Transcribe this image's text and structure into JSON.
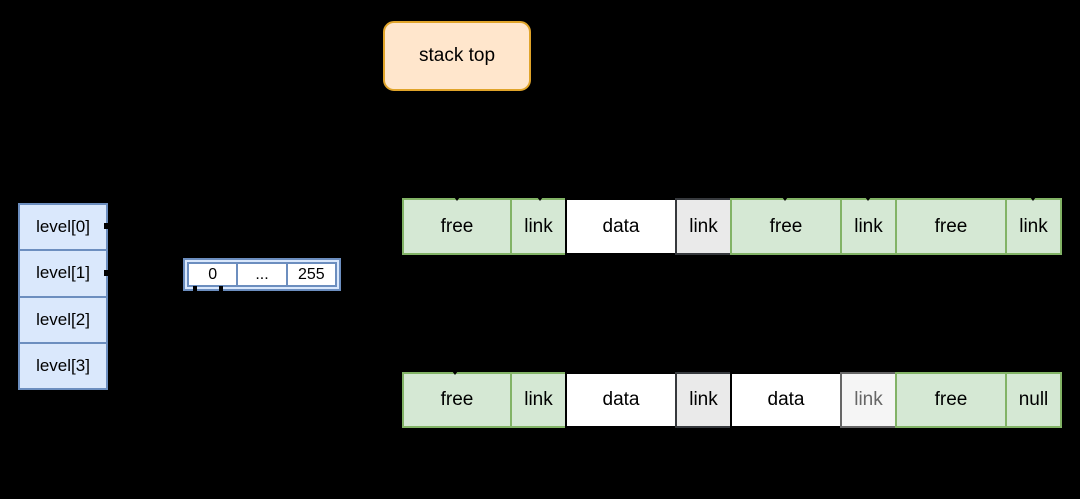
{
  "diagram": {
    "stack_top": {
      "label": "stack top"
    },
    "level_table": {
      "items": [
        {
          "label": "level[0]"
        },
        {
          "label": "level[1]"
        },
        {
          "label": "level[2]"
        },
        {
          "label": "level[3]"
        }
      ]
    },
    "range_table": {
      "cells": [
        {
          "label": "0"
        },
        {
          "label": "..."
        },
        {
          "label": "255"
        }
      ]
    },
    "memory_rows": [
      {
        "id": "upper",
        "cells": [
          {
            "label": "free",
            "style": "green",
            "size": "wide"
          },
          {
            "label": "link",
            "style": "green",
            "size": "narrow"
          },
          {
            "label": "data",
            "style": "white",
            "size": "wide"
          },
          {
            "label": "link",
            "style": "gray",
            "size": "narrow"
          },
          {
            "label": "free",
            "style": "green",
            "size": "wide"
          },
          {
            "label": "link",
            "style": "green",
            "size": "narrow"
          },
          {
            "label": "free",
            "style": "green",
            "size": "wide"
          },
          {
            "label": "link",
            "style": "green",
            "size": "narrow"
          }
        ]
      },
      {
        "id": "lower",
        "cells": [
          {
            "label": "free",
            "style": "green",
            "size": "wide"
          },
          {
            "label": "link",
            "style": "green",
            "size": "narrow"
          },
          {
            "label": "data",
            "style": "white",
            "size": "wide"
          },
          {
            "label": "link",
            "style": "gray",
            "size": "narrow"
          },
          {
            "label": "data",
            "style": "white",
            "size": "wide"
          },
          {
            "label": "link",
            "style": "lightgray",
            "size": "narrow"
          },
          {
            "label": "free",
            "style": "green",
            "size": "wide"
          },
          {
            "label": "null",
            "style": "green",
            "size": "narrow"
          }
        ]
      }
    ],
    "colors": {
      "background": "#000000",
      "blue_fill": "#dae8fc",
      "blue_stroke": "#6c8ebf",
      "green_fill": "#d5e8d4",
      "green_stroke": "#82b366",
      "orange_fill": "#ffe6cc",
      "orange_stroke": "#e0a42a",
      "gray_fill": "#eaeaea",
      "gray_stroke": "#36393d",
      "lightgray_fill": "#f5f5f5",
      "lightgray_stroke": "#666666",
      "data_fill": "#ffffff",
      "data_stroke": "#000000"
    }
  }
}
